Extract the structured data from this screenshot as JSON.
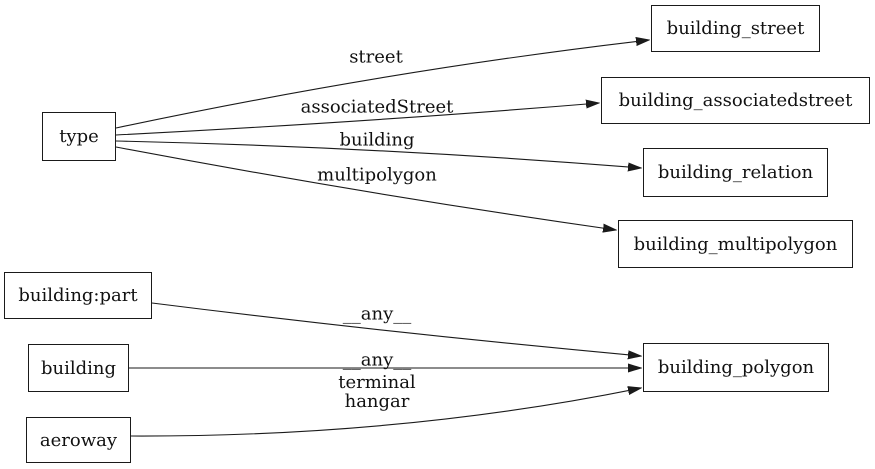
{
  "diagram": {
    "background_color": "#ffffff",
    "line_color": "#1a1a1a",
    "text_color": "#111111",
    "nodes": [
      {
        "id": "type",
        "label": "type"
      },
      {
        "id": "building_street",
        "label": "building_street"
      },
      {
        "id": "building_associatedstreet",
        "label": "building_associatedstreet"
      },
      {
        "id": "building_relation",
        "label": "building_relation"
      },
      {
        "id": "building_multipolygon",
        "label": "building_multipolygon"
      },
      {
        "id": "building_part",
        "label": "building:part"
      },
      {
        "id": "building",
        "label": "building"
      },
      {
        "id": "aeroway",
        "label": "aeroway"
      },
      {
        "id": "building_polygon",
        "label": "building_polygon"
      }
    ],
    "edges": [
      {
        "from": "type",
        "to": "building_street",
        "label": "street"
      },
      {
        "from": "type",
        "to": "building_associatedstreet",
        "label": "associatedStreet"
      },
      {
        "from": "type",
        "to": "building_relation",
        "label": "building"
      },
      {
        "from": "type",
        "to": "building_multipolygon",
        "label": "multipolygon"
      },
      {
        "from": "building:part",
        "to": "building_polygon",
        "label": "__any__"
      },
      {
        "from": "building",
        "to": "building_polygon",
        "label": "__any__"
      },
      {
        "from": "aeroway",
        "to": "building_polygon",
        "label": "terminal\nhangar"
      }
    ]
  }
}
